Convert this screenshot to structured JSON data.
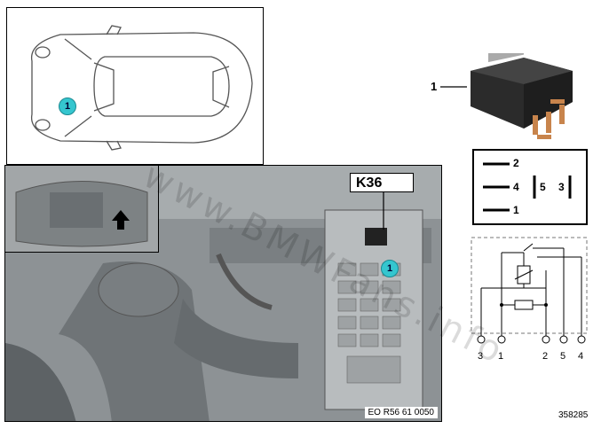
{
  "callout_number": "1",
  "component_label": "K36",
  "drawing_code": "EO R56 61 0050",
  "part_reference": "358285",
  "watermark": "www.BMWFans.info",
  "relay_callout": "1",
  "pin_diagram": {
    "left_pins": [
      "2",
      "4",
      "1"
    ],
    "right_pins": [
      "5",
      "3"
    ]
  },
  "circuit": {
    "terminals": [
      "3",
      "1",
      "2",
      "5",
      "4"
    ]
  },
  "colors": {
    "callout_fill": "#35c6cf",
    "engine_bg": "#8a8f92"
  }
}
